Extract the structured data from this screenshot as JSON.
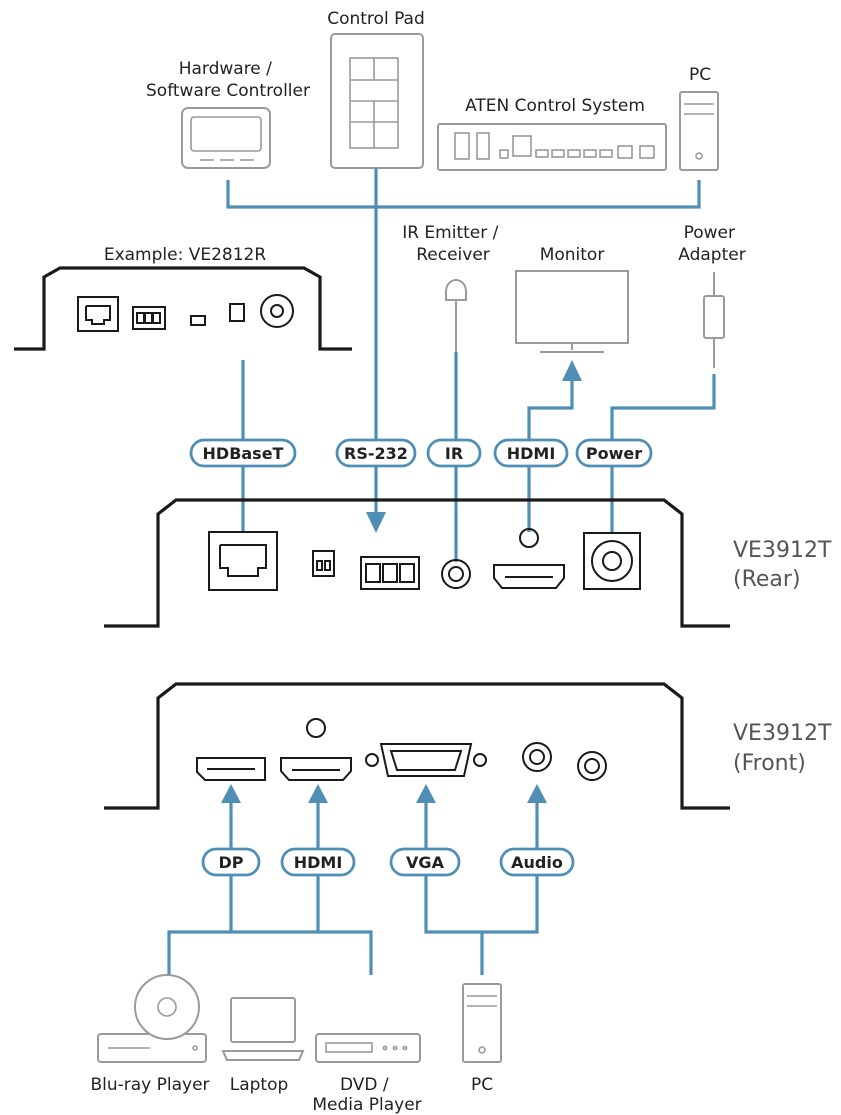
{
  "devices": {
    "hardware_controller": "Hardware /\nSoftware Controller",
    "control_pad": "Control Pad",
    "aten_control_system": "ATEN Control System",
    "pc_top": "PC",
    "example_receiver": "Example: VE2812R",
    "ir_emitter": "IR Emitter /\nReceiver",
    "monitor": "Monitor",
    "power_adapter": "Power\nAdapter",
    "blu_ray_player": "Blu-ray Player",
    "laptop": "Laptop",
    "dvd_media_player": "DVD /\nMedia Player",
    "pc_bottom": "PC"
  },
  "models": {
    "rear_name": "VE3912T",
    "rear_view": "(Rear)",
    "front_name": "VE3912T",
    "front_view": "(Front)"
  },
  "connections": {
    "hdbaset": "HDBaseT",
    "rs232": "RS-232",
    "ir": "IR",
    "hdmi_rear": "HDMI",
    "power": "Power",
    "dp": "DP",
    "hdmi_front": "HDMI",
    "vga": "VGA",
    "audio": "Audio"
  },
  "colors": {
    "connection_line": "#4f8fb5",
    "device_outline": "#9a9a9a",
    "unit_outline": "#1a1a1a"
  }
}
